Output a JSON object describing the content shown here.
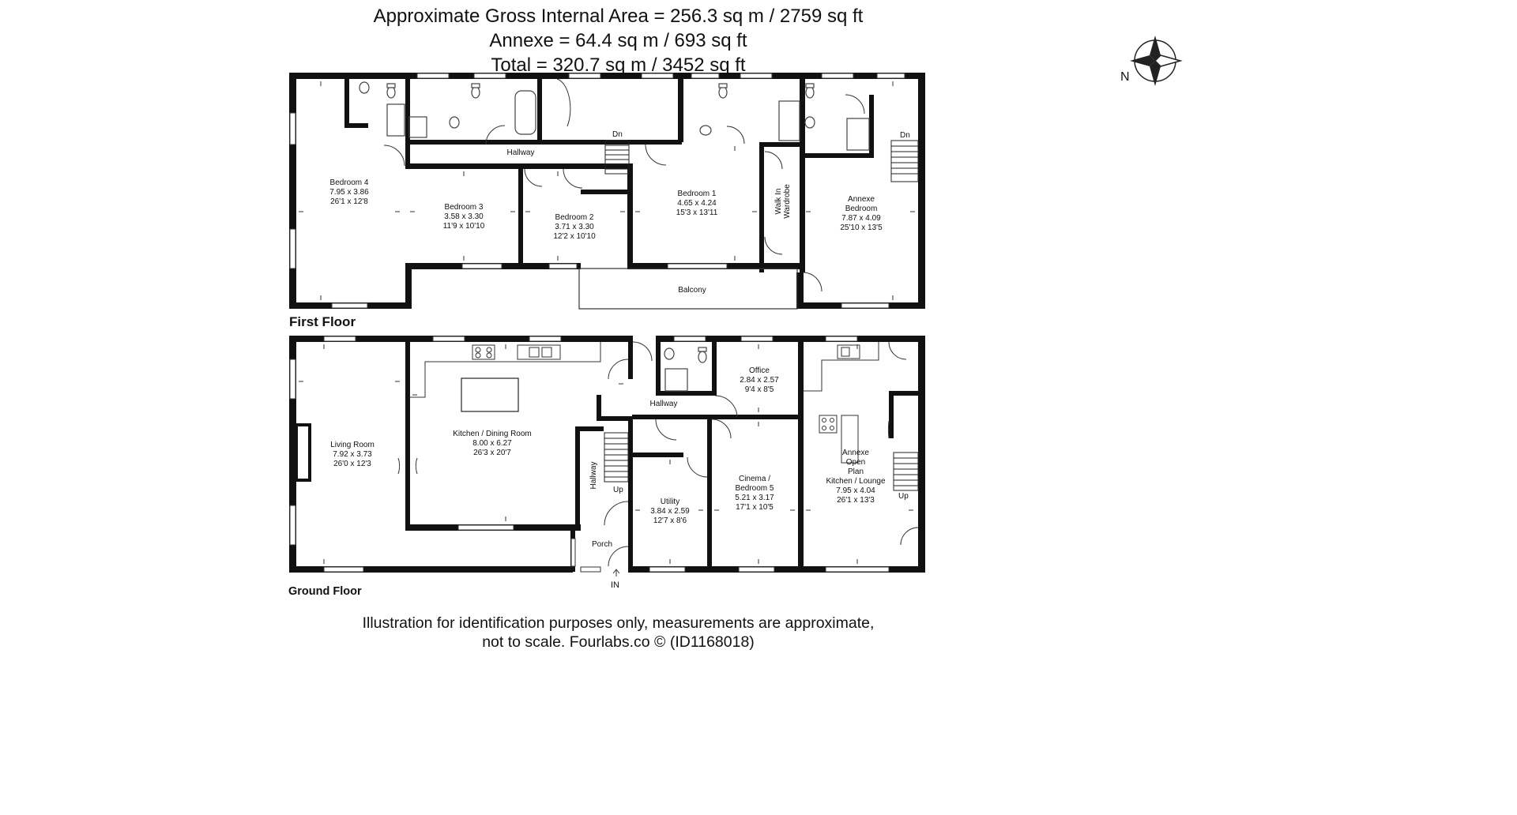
{
  "header": {
    "line1": "Approximate Gross Internal Area = 256.3 sq m / 2759 sq ft",
    "line2": "Annexe = 64.4 sq m / 693 sq ft",
    "line3": "Total = 320.7 sq m / 3452 sq ft"
  },
  "compass": {
    "label": "N"
  },
  "first_floor": {
    "title": "First Floor",
    "hallway": "Hallway",
    "dn_left": "Dn",
    "dn_right": "Dn",
    "walk_in_line1": "Walk In",
    "walk_in_line2": "Wardrobe",
    "balcony": "Balcony",
    "bedroom4": {
      "name": "Bedroom 4",
      "metric": "7.95 x 3.86",
      "imperial": "26'1 x 12'8"
    },
    "bedroom3": {
      "name": "Bedroom 3",
      "metric": "3.58 x 3.30",
      "imperial": "11'9 x 10'10"
    },
    "bedroom2": {
      "name": "Bedroom 2",
      "metric": "3.71 x 3.30",
      "imperial": "12'2 x 10'10"
    },
    "bedroom1": {
      "name": "Bedroom 1",
      "metric": "4.65 x 4.24",
      "imperial": "15'3 x 13'11"
    },
    "annexe_bedroom": {
      "name1": "Annexe",
      "name2": "Bedroom",
      "metric": "7.87 x 4.09",
      "imperial": "25'10 x 13'5"
    }
  },
  "ground_floor": {
    "title": "Ground Floor",
    "living": {
      "name": "Living Room",
      "metric": "7.92 x 3.73",
      "imperial": "26'0 x 12'3"
    },
    "kitchen": {
      "name": "Kitchen / Dining Room",
      "metric": "8.00 x 6.27",
      "imperial": "26'3 x 20'7"
    },
    "office": {
      "name": "Office",
      "metric": "2.84 x 2.57",
      "imperial": "9'4 x 8'5"
    },
    "hallway": "Hallway",
    "hallway_vertical": "Hallway",
    "up_left": "Up",
    "up_right": "Up",
    "porch": "Porch",
    "entrance": "IN",
    "utility": {
      "name": "Utility",
      "metric": "3.84 x 2.59",
      "imperial": "12'7 x 8'6"
    },
    "cinema": {
      "name1": "Cinema /",
      "name2": "Bedroom 5",
      "metric": "5.21 x 3.17",
      "imperial": "17'1 x 10'5"
    },
    "annexe_open_plan": {
      "l1": "Annexe",
      "l2": "Open",
      "l3": "Plan",
      "l4": "Kitchen / Lounge",
      "metric": "7.95 x 4.04",
      "imperial": "26'1 x 13'3"
    }
  },
  "footer": {
    "line1": "Illustration for identification purposes only, measurements are approximate,",
    "line2": "not to scale. Fourlabs.co © (ID1168018)"
  },
  "colors": {
    "wall": "#111111",
    "window": "#ffffff",
    "fixture": "#555555"
  }
}
